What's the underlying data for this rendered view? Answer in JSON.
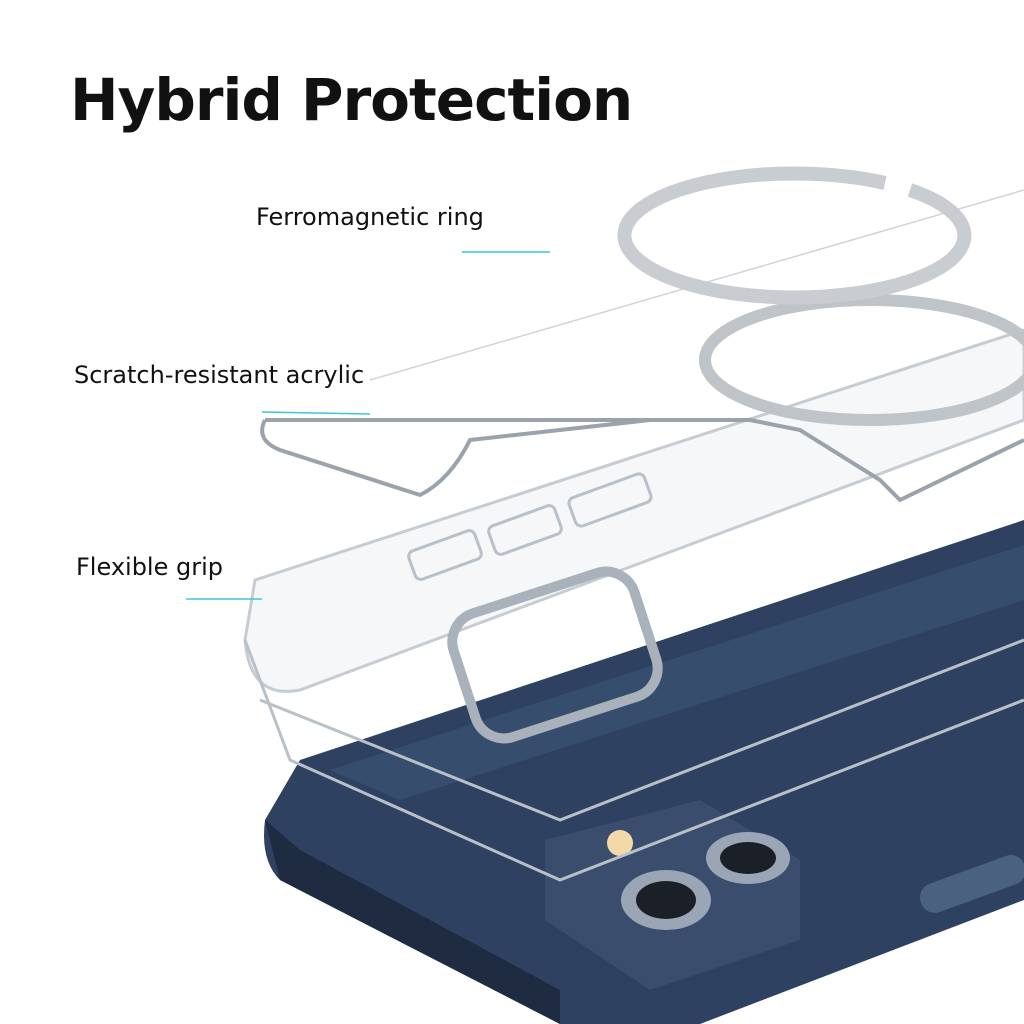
{
  "title": "Hybrid Protection",
  "labels": {
    "ring": "Ferromagnetic ring",
    "acrylic": "Scratch-resistant acrylic",
    "grip": "Flexible grip"
  },
  "colors": {
    "accent": "#3fc6d8",
    "phone": "#2d3e58",
    "ring": "#c9ccd0"
  }
}
